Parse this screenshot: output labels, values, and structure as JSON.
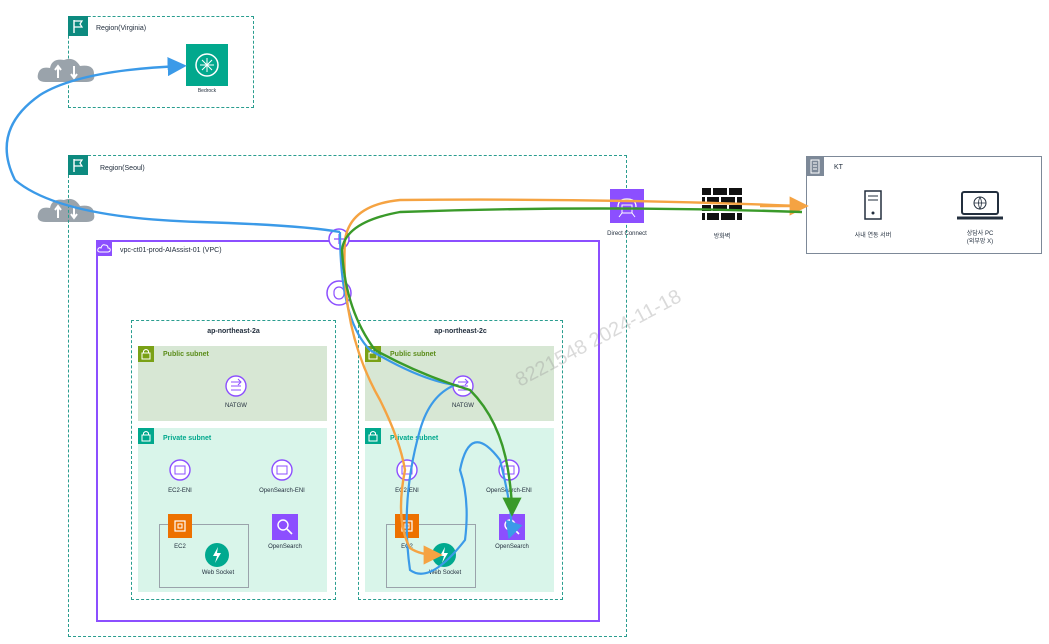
{
  "regions": {
    "virginia": {
      "title": "Region(Virginia)",
      "service": "Bedrock"
    },
    "seoul": {
      "title": "Region(Seoul)"
    }
  },
  "vpc": {
    "title": "vpc-ct01-prod-AIAssist-01 (VPC)"
  },
  "az": {
    "a": {
      "title": "ap-northeast-2a",
      "public_subnet": "Public subnet",
      "natgw": "NATGW",
      "private_subnet": "Private subnet",
      "ec2_eni": "EC2-ENI",
      "opensearch_eni": "OpenSearch-ENI",
      "ec2": "EC2",
      "websocket": "Web Socket",
      "opensearch": "OpenSearch"
    },
    "c": {
      "title": "ap-northeast-2c",
      "public_subnet": "Public subnet",
      "natgw": "NATGW",
      "private_subnet": "Private subnet",
      "ec2_eni": "EC2-ENI",
      "opensearch_eni": "OpenSearch-ENI",
      "ec2": "EC2",
      "websocket": "Web Socket",
      "opensearch": "OpenSearch"
    }
  },
  "direct_connect": "Direct Connect",
  "firewall": "방화벽",
  "kt": {
    "title": "KT",
    "server": "사내 연동 서버",
    "pc_line1": "상담사 PC",
    "pc_line2": "(외부망 X)"
  },
  "watermark": "8221548  2024-11-18",
  "colors": {
    "teal_border": "#2a9d8f",
    "vpc_purple": "#8c4fff",
    "public_fill": "#d7e7d4",
    "private_fill": "#d9f5ea",
    "flow_blue": "#3b9ae8",
    "flow_orange": "#f5a342",
    "flow_green": "#3a9a2a"
  }
}
